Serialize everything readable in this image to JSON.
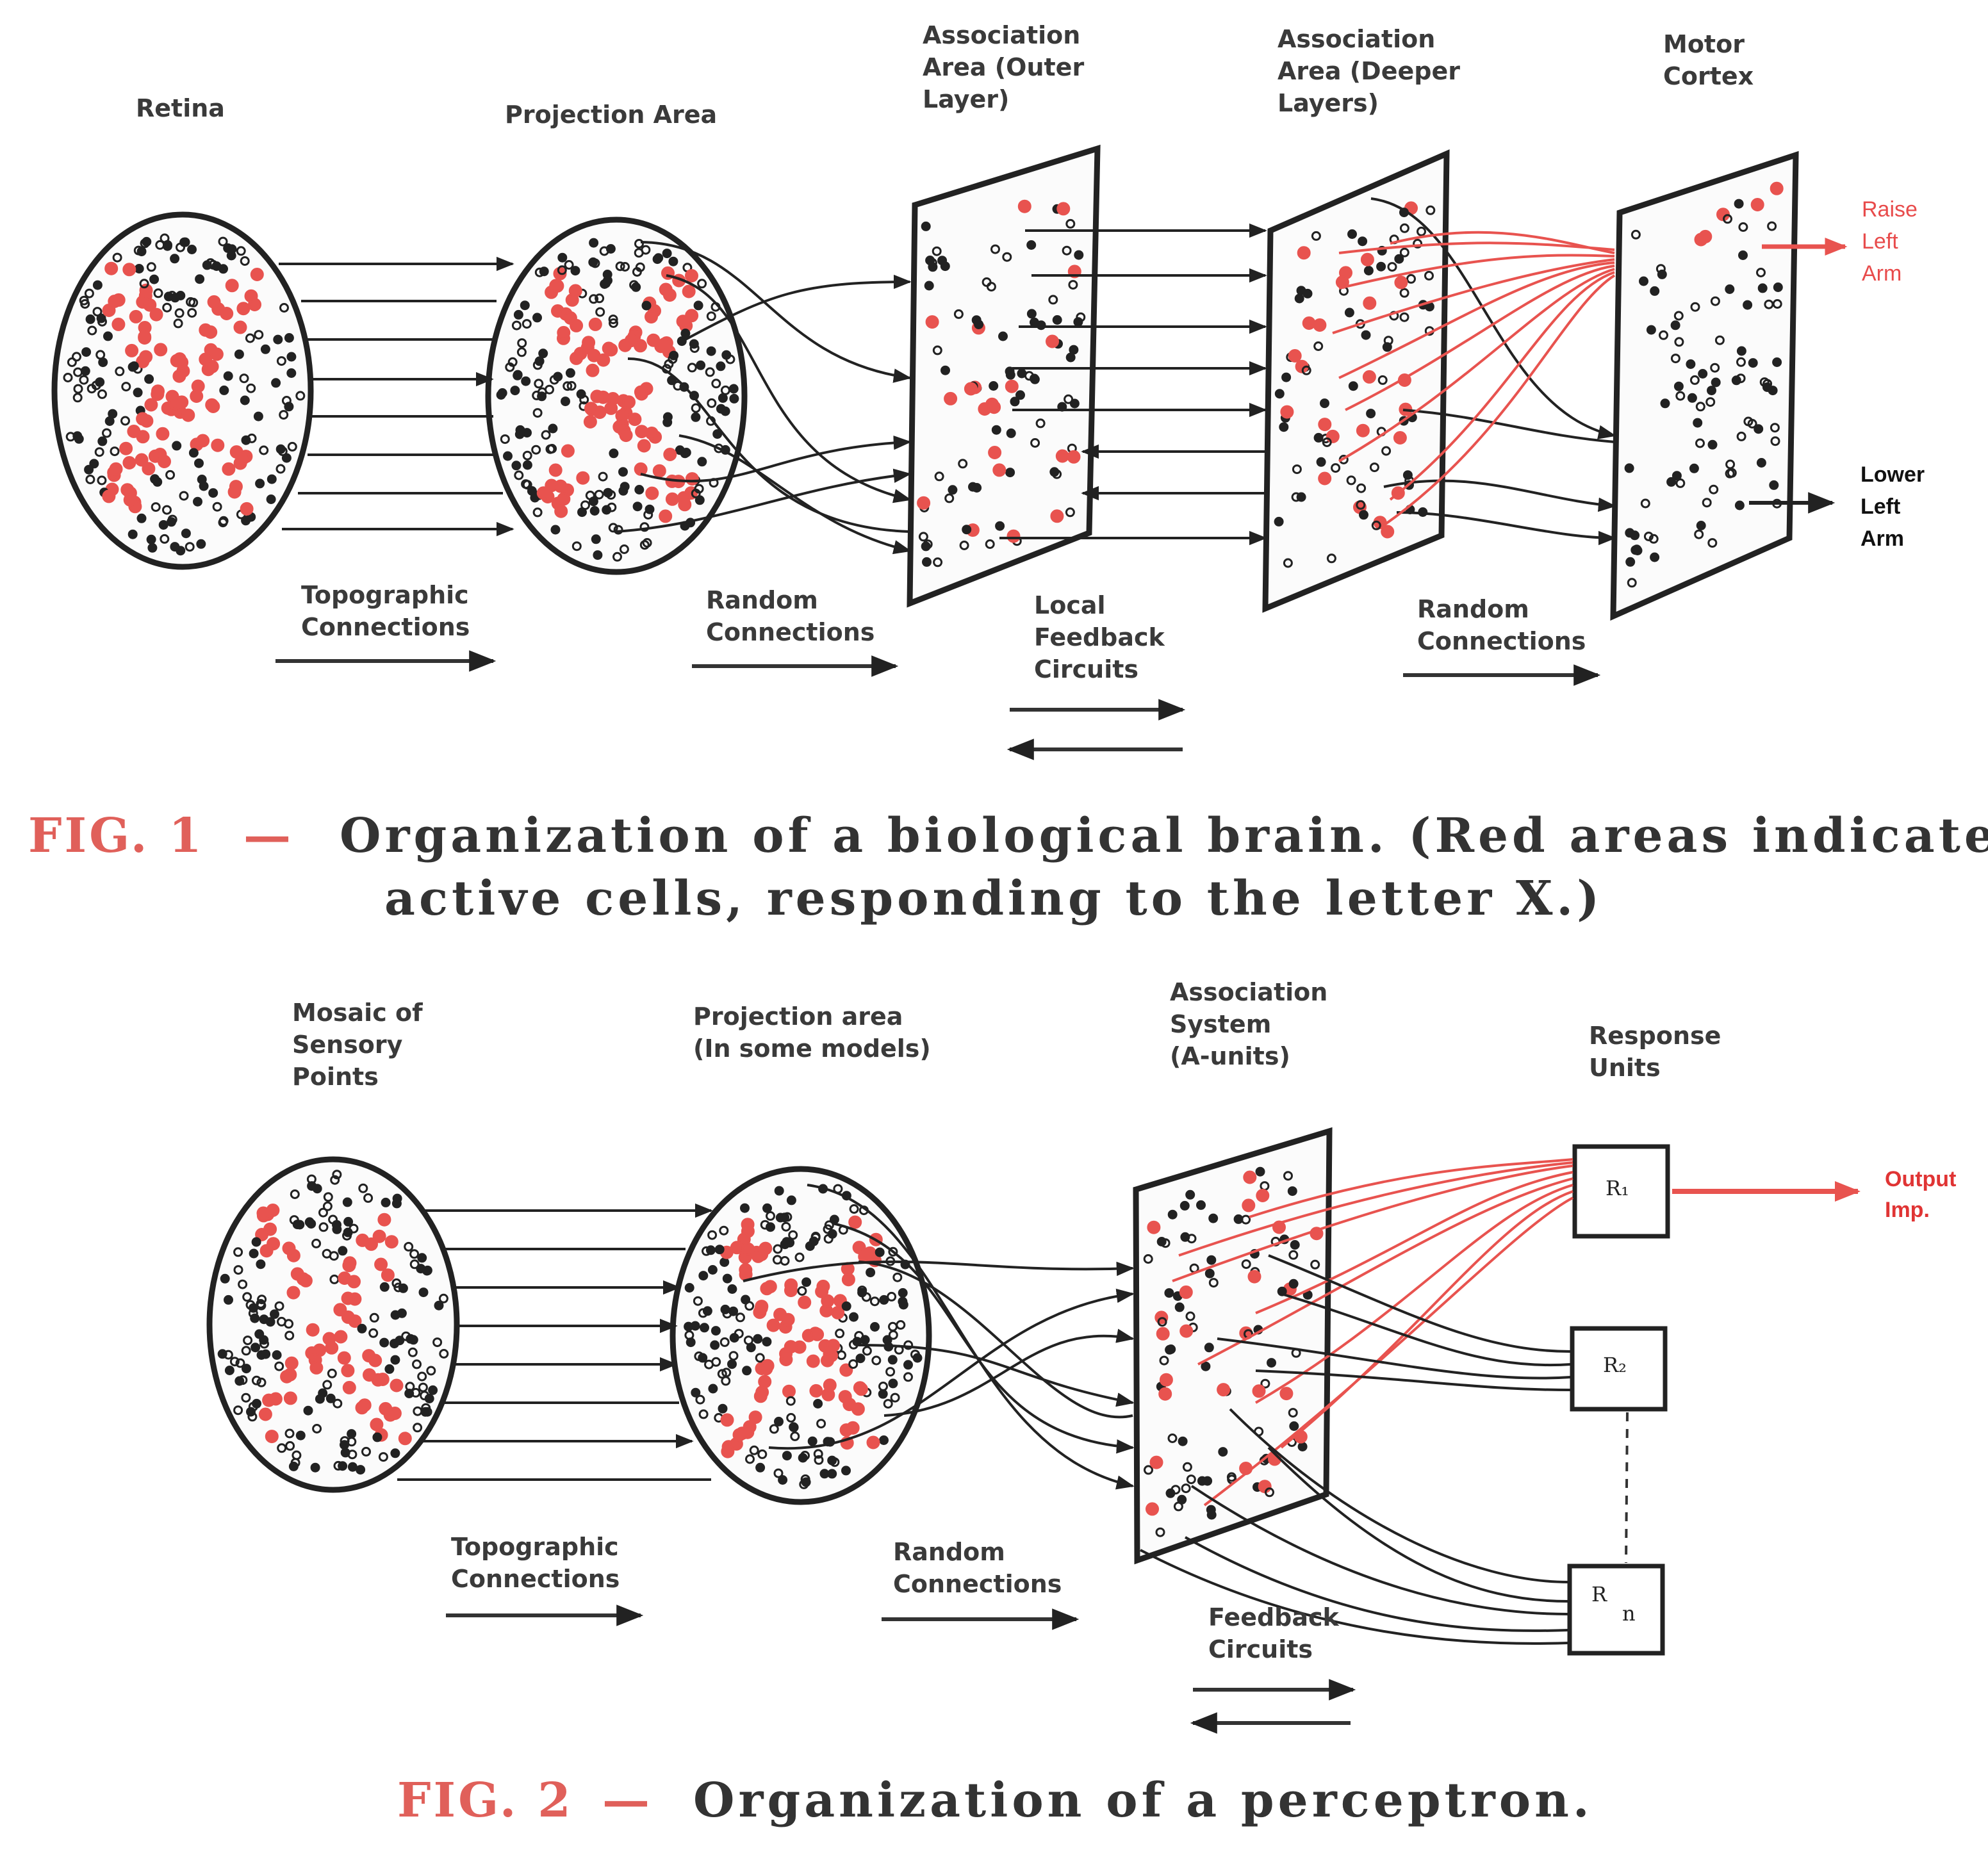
{
  "fig1": {
    "labels": {
      "retina": "Retina",
      "projection": "Projection Area",
      "assoc_outer": [
        "Association",
        "Area (Outer",
        "Layer)"
      ],
      "assoc_deeper": [
        "Association",
        "Area (Deeper",
        "Layers)"
      ],
      "motor": [
        "Motor",
        "Cortex"
      ]
    },
    "connections": {
      "topographic": [
        "Topographic",
        "Connections"
      ],
      "random1": [
        "Random",
        "Connections"
      ],
      "local_feedback": [
        "Local",
        "Feedback",
        "Circuits"
      ],
      "random2": [
        "Random",
        "Connections"
      ]
    },
    "outputs": {
      "raise": [
        "Raise",
        "Left",
        "Arm"
      ],
      "lower": [
        "Lower",
        "Left",
        "Arm"
      ]
    },
    "caption": {
      "fig": "FIG. 1",
      "dash": "—",
      "line1": "Organization of a biological brain. (Red areas indicate",
      "line2": "active cells, responding to the letter X.)"
    }
  },
  "fig2": {
    "labels": {
      "mosaic": [
        "Mosaic of",
        "Sensory",
        "Points"
      ],
      "projection": [
        "Projection area",
        "(In some models)"
      ],
      "assoc": [
        "Association",
        "System",
        "(A-units)"
      ],
      "response": [
        "Response",
        "Units"
      ]
    },
    "connections": {
      "topographic": [
        "Topographic",
        "Connections"
      ],
      "random": [
        "Random",
        "Connections"
      ],
      "feedback": [
        "Feedback",
        "Circuits"
      ]
    },
    "units": {
      "r1": "R₁",
      "r2": "R₂",
      "rn_r": "R",
      "rn_n": "n"
    },
    "output": [
      "Output",
      "Imp."
    ],
    "caption": {
      "fig": "FIG. 2",
      "dash": "—",
      "line1": "Organization of a perceptron."
    }
  },
  "colors": {
    "active": "#e8534f",
    "ink": "#222222",
    "caption_red": "#e0605a"
  }
}
